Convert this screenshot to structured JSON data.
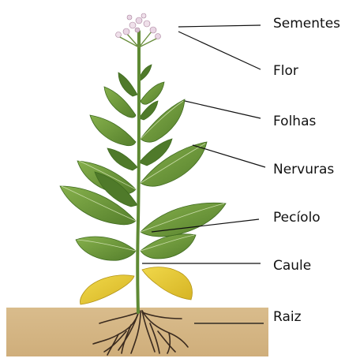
{
  "diagram": {
    "labels": {
      "sementes": "Sementes",
      "flor": "Flor",
      "folhas": "Folhas",
      "nervuras": "Nervuras",
      "peciolo": "Pecíolo",
      "caule": "Caule",
      "raiz": "Raiz"
    }
  },
  "colors": {
    "soil": "#d7b98a",
    "leaf": "#6f9a3c",
    "leaf_dark": "#4f7a2a",
    "leaf_yellow": "#e4c532",
    "stem": "#5f8a34",
    "root": "#3a2a1e",
    "flower": "#e9d6e4",
    "leader_line": "#111111"
  }
}
